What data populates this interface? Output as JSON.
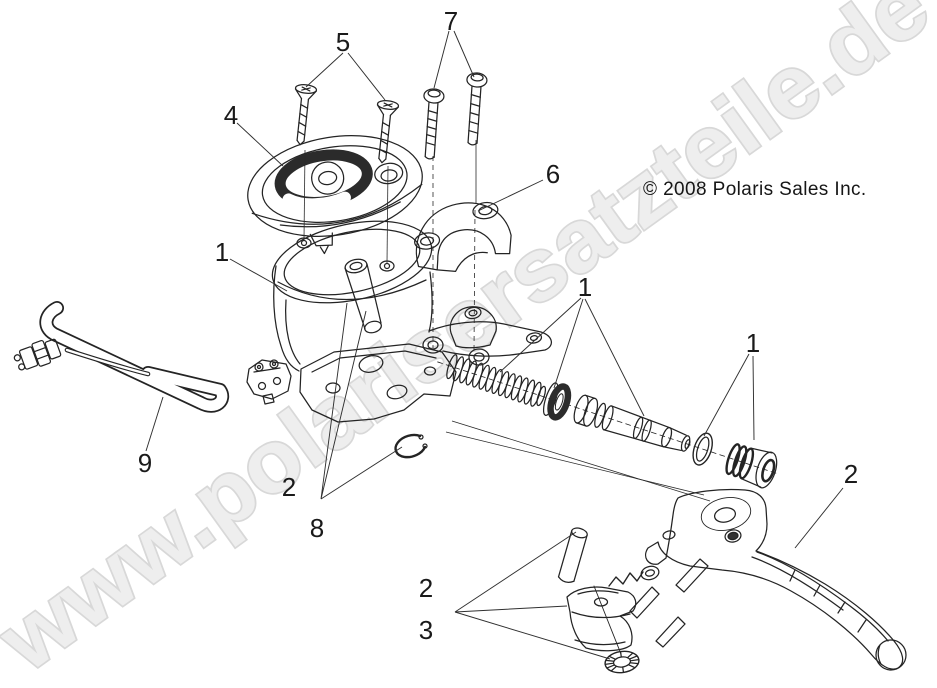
{
  "page": {
    "background_color": "#ffffff"
  },
  "watermark": {
    "text": "www.polarisersatzteile.de",
    "fill_color": "#eeeeee",
    "outline_color": "#d8d8d8"
  },
  "copyright": {
    "text": "© 2008 Polaris Sales Inc."
  },
  "diagram": {
    "line_color": "#242424",
    "callouts": [
      {
        "label": "5"
      },
      {
        "label": "7"
      },
      {
        "label": "4"
      },
      {
        "label": "6"
      },
      {
        "label": "1"
      },
      {
        "label": "1"
      },
      {
        "label": "1"
      },
      {
        "label": "9"
      },
      {
        "label": "2"
      },
      {
        "label": "8"
      },
      {
        "label": "2"
      },
      {
        "label": "2"
      },
      {
        "label": "3"
      }
    ]
  }
}
